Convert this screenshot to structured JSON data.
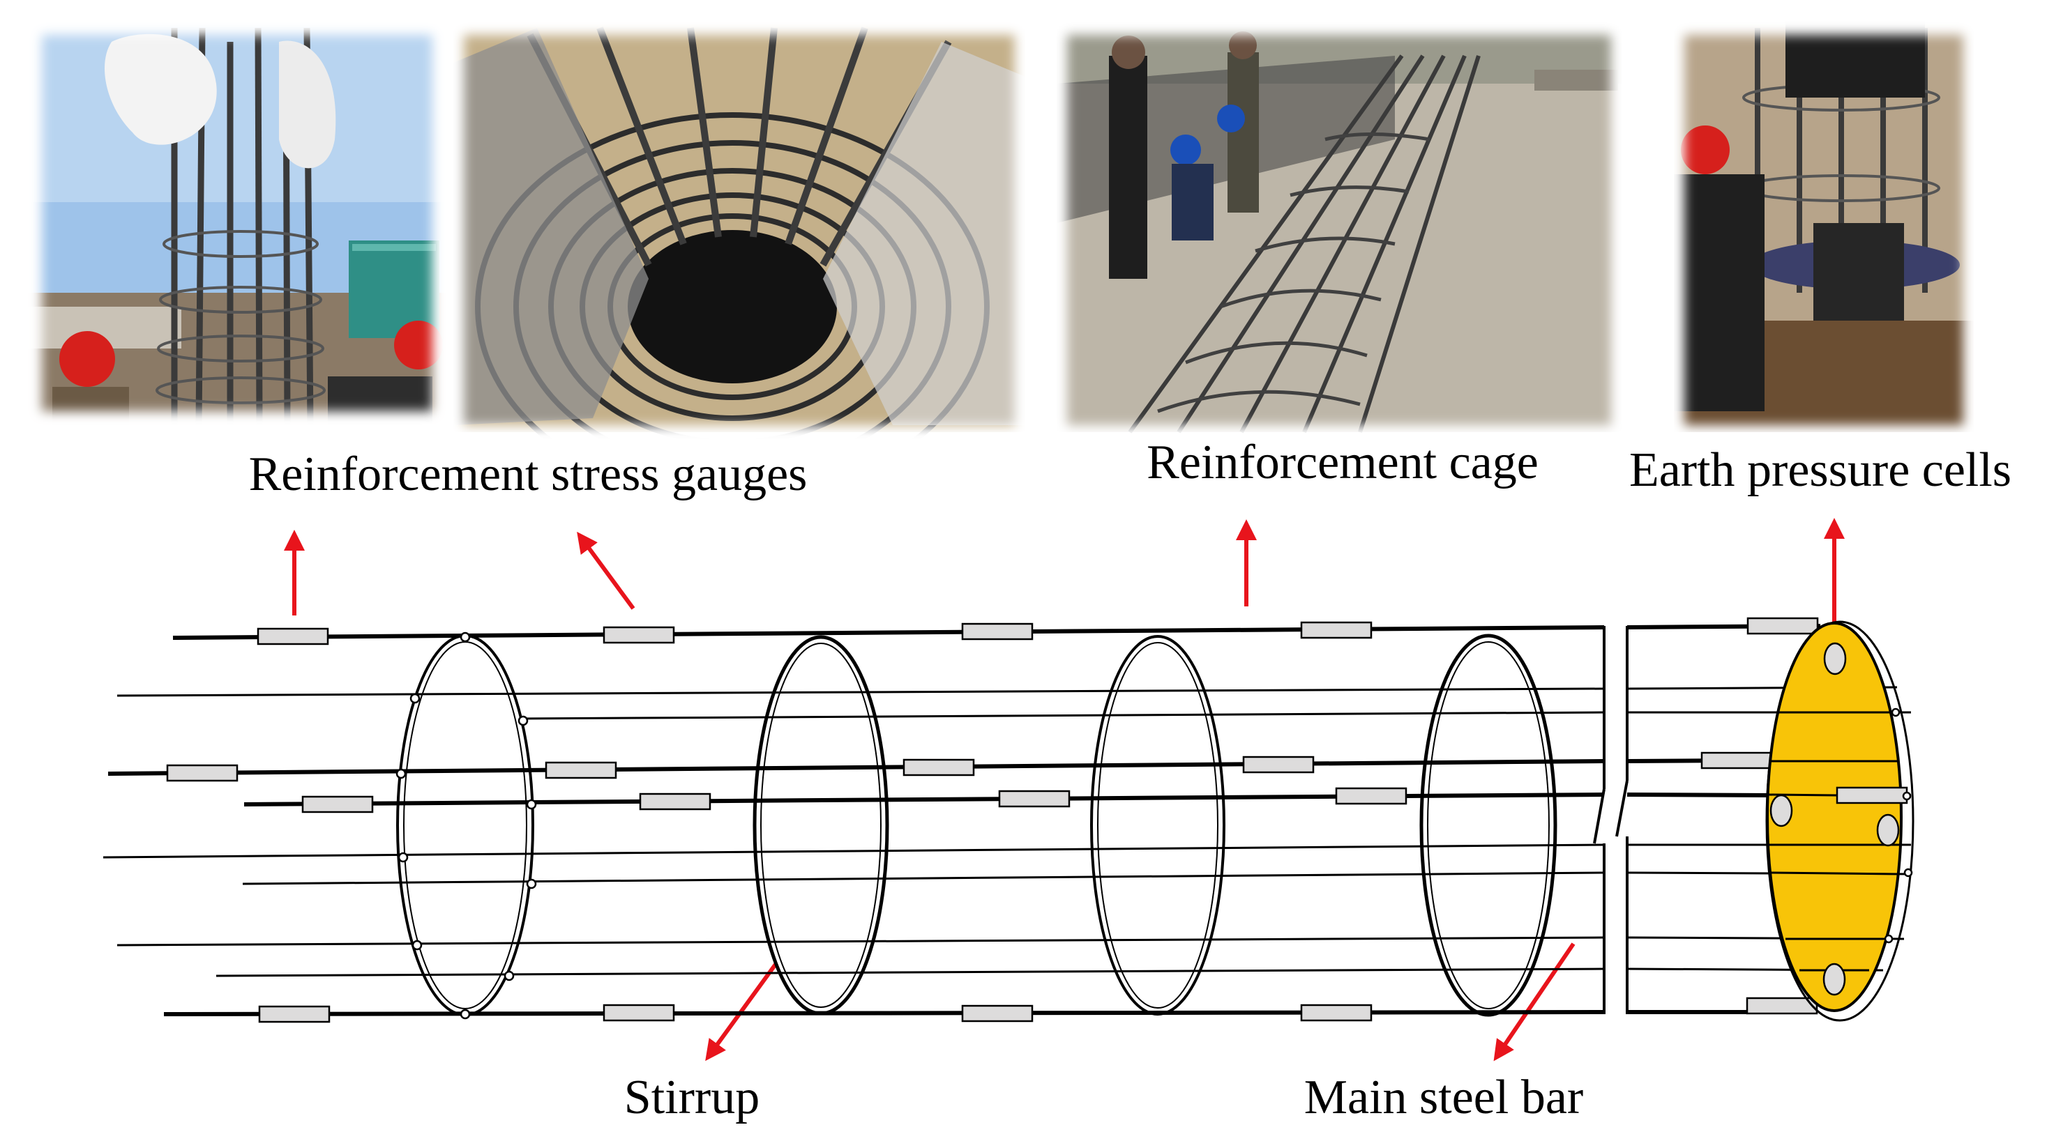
{
  "labels": {
    "stress_gauges": "Reinforcement stress gauges",
    "cage": "Reinforcement cage",
    "pressure_cells": "Earth pressure cells",
    "stirrup": "Stirrup",
    "main_bar": "Main steel bar"
  },
  "photos": [
    {
      "name": "photo-gauges-worksite"
    },
    {
      "name": "photo-gauges-inside-cage"
    },
    {
      "name": "photo-cage-assembly"
    },
    {
      "name": "photo-pressure-cells-install"
    }
  ],
  "colors": {
    "arrow": "#e8141c",
    "pile_end_fill": "#f8c408",
    "gauge_fill": "#dddcdc",
    "line": "#000000"
  }
}
